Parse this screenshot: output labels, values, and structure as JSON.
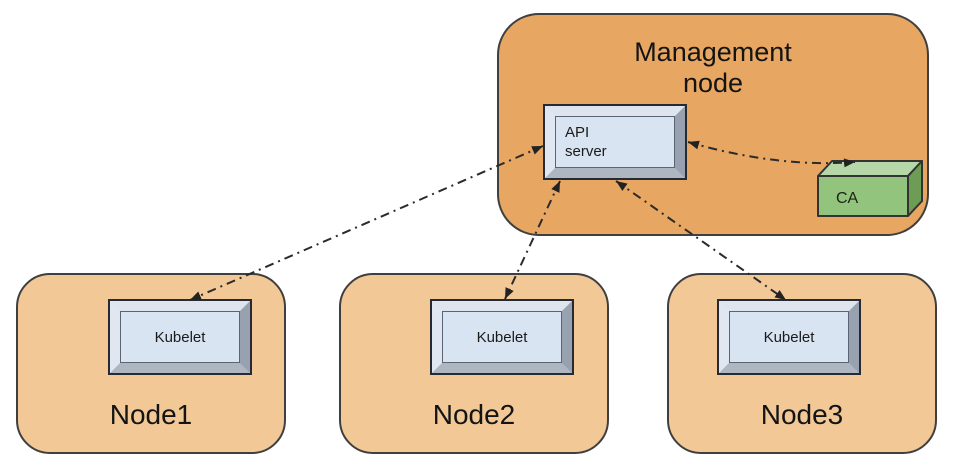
{
  "management_node": {
    "title": "Management node",
    "api_server_label": "API server",
    "ca_label": "CA"
  },
  "nodes": [
    {
      "name": "Node1",
      "component_label": "Kubelet"
    },
    {
      "name": "Node2",
      "component_label": "Kubelet"
    },
    {
      "name": "Node3",
      "component_label": "Kubelet"
    }
  ],
  "connections": [
    {
      "from": "API server",
      "to": "Node1 Kubelet",
      "style": "dash-dot",
      "bidirectional": true
    },
    {
      "from": "API server",
      "to": "Node2 Kubelet",
      "style": "dash-dot",
      "bidirectional": true
    },
    {
      "from": "API server",
      "to": "Node3 Kubelet",
      "style": "dash-dot",
      "bidirectional": true
    },
    {
      "from": "API server",
      "to": "CA",
      "style": "dash-dot",
      "bidirectional": true
    }
  ],
  "colors": {
    "management_fill": "#E7A661",
    "worker_fill": "#F2C996",
    "container_border": "#3F3F3F",
    "component_face": "#D9E4F2",
    "ca_front": "#93C47D",
    "ca_top": "#B6D7A8",
    "ca_side": "#6D9C55",
    "arrow": "#2B2B2B",
    "text": "#141414"
  }
}
